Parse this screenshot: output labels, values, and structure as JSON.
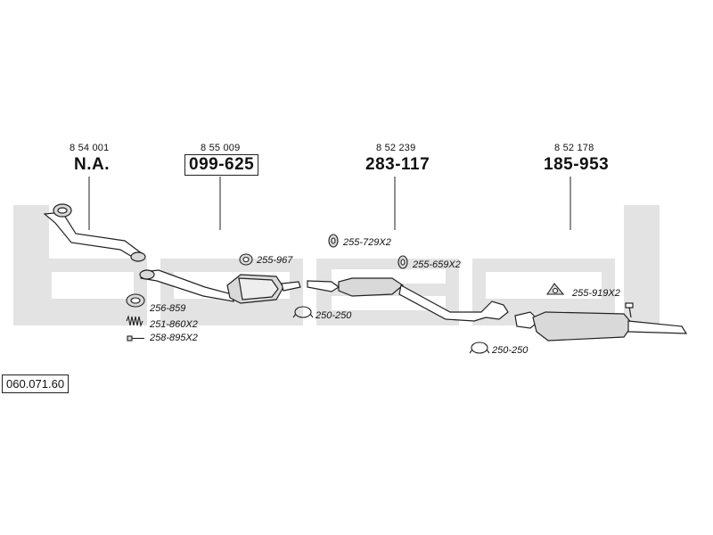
{
  "colors": {
    "watermark": "#e3e3e3",
    "line": "#222222",
    "part_fill": "#d9d9d9"
  },
  "watermark_text": "bosal",
  "diagram_ref": "060.071.60",
  "assemblies": [
    {
      "small": "8 54 001",
      "big": "N.A.",
      "boxed": false
    },
    {
      "small": "8 55 009",
      "big": "099-625",
      "boxed": true
    },
    {
      "small": "8 52 239",
      "big": "283-117",
      "boxed": false
    },
    {
      "small": "8 52 178",
      "big": "185-953",
      "boxed": false
    }
  ],
  "parts": [
    {
      "code": "255-967",
      "icon": "rubber-ring-icon"
    },
    {
      "code": "256-859",
      "icon": "gasket-icon"
    },
    {
      "code": "251-860X2",
      "icon": "spring-icon"
    },
    {
      "code": "258-895X2",
      "icon": "bolt-icon"
    },
    {
      "code": "250-250",
      "icon": "clamp-icon"
    },
    {
      "code": "255-729X2",
      "icon": "rubber-ring-icon"
    },
    {
      "code": "255-659X2",
      "icon": "rubber-ring-icon"
    },
    {
      "code": "250-250",
      "icon": "clamp-icon"
    },
    {
      "code": "255-919X2",
      "icon": "rubber-mount-icon"
    }
  ]
}
